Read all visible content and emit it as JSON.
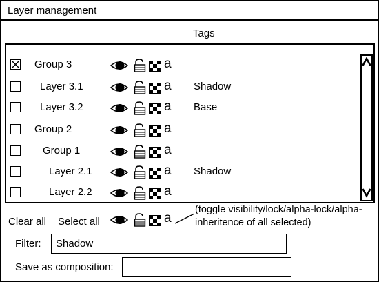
{
  "window": {
    "title": "Layer management"
  },
  "list": {
    "tags_header": "Tags",
    "rows": [
      {
        "label": "Group 3",
        "checked": true,
        "tag": ""
      },
      {
        "label": "Layer 3.1",
        "checked": false,
        "tag": "Shadow"
      },
      {
        "label": "Layer 3.2",
        "checked": false,
        "tag": "Base"
      },
      {
        "label": "Group 2",
        "checked": false,
        "tag": ""
      },
      {
        "label": "Group 1",
        "checked": false,
        "tag": ""
      },
      {
        "label": "Layer 2.1",
        "checked": false,
        "tag": "Shadow"
      },
      {
        "label": "Layer 2.2",
        "checked": false,
        "tag": ""
      }
    ],
    "icons": [
      "eye-icon",
      "lock-icon",
      "checkerboard-icon",
      "alpha-icon"
    ],
    "alpha_glyph": "a"
  },
  "bottom": {
    "clear_all": "Clear all",
    "select_all": "Select all",
    "note": "(toggle visibility/lock/alpha-lock/alpha-inheritence of all selected)",
    "alpha_glyph": "a"
  },
  "filter": {
    "label": "Filter:",
    "value": "Shadow"
  },
  "save": {
    "label": "Save as composition:",
    "value": ""
  },
  "colors": {
    "foreground": "#000000",
    "background": "#ffffff"
  }
}
